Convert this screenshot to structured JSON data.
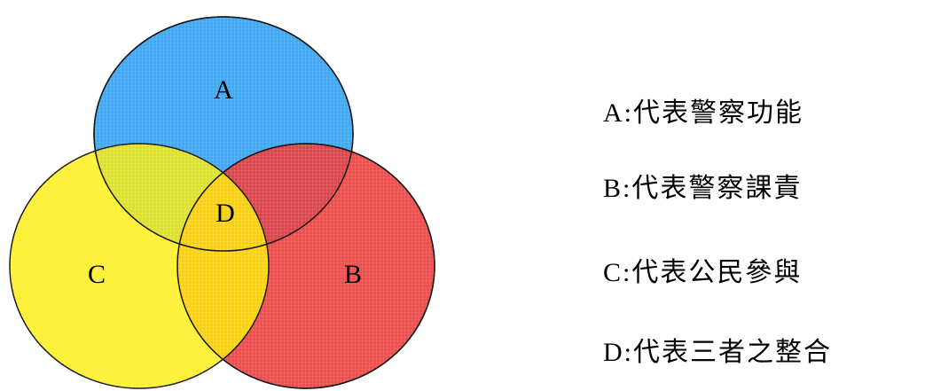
{
  "colors": {
    "circle_a": "#3fa9f5",
    "circle_b": "#ee3a3a",
    "circle_c": "#ffee00",
    "outline": "#1a1a1a"
  },
  "diagram": {
    "circles": [
      {
        "id": "A",
        "label": "A"
      },
      {
        "id": "B",
        "label": "B"
      },
      {
        "id": "C",
        "label": "C"
      }
    ],
    "intersection_label": "D"
  },
  "legend": {
    "a": "A:代表警察功能",
    "b": "B:代表警察課責",
    "c": "C:代表公民參與",
    "d": "D:代表三者之整合"
  }
}
